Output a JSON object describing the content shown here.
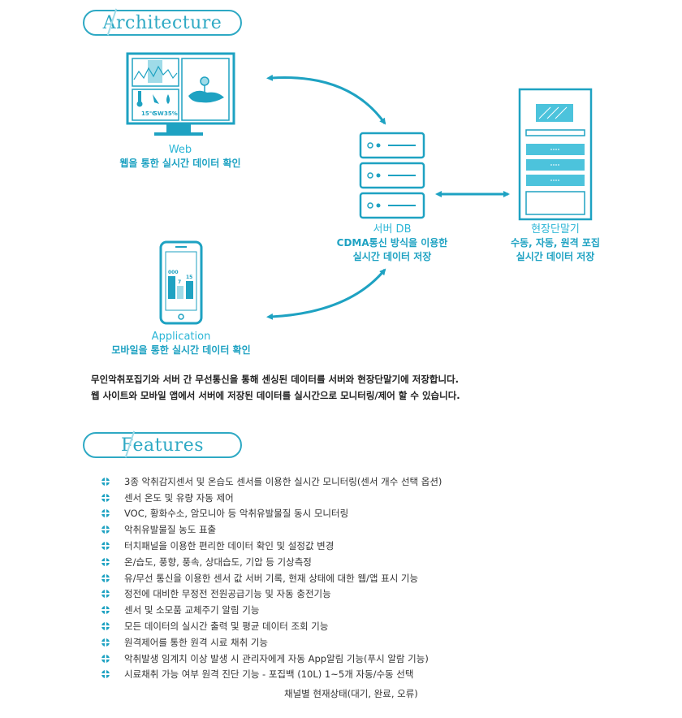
{
  "sections": {
    "architecture_title": "Architecture",
    "features_title": "Features"
  },
  "nodes": {
    "web": {
      "en": "Web",
      "ko": "웹을 통한 실시간 데이터 확인",
      "widget": {
        "temp": "15℃",
        "wind": "SW",
        "humidity": "35%"
      }
    },
    "server": {
      "en": "서버 DB",
      "line2": "CDMA통신 방식을 이용한",
      "line3": "실시간 데이터 저장"
    },
    "field": {
      "en": "현장단말기",
      "line2": "수동, 자동, 원격 포집",
      "line3": "실시간 데이터 저장"
    },
    "app": {
      "en": "Application",
      "ko": "모바일을 통한 실시간 데이터 확인",
      "bars": {
        "b1": "000",
        "b2": "7",
        "b3": "15"
      }
    }
  },
  "description": [
    "무인악취포집기와 서버 간 무선통신을 통해 센싱된 데이터를 서버와 현장단말기에 저장합니다.",
    "웹 사이트와 모바일 앱에서 서버에 저장된 데이터를 실시간으로 모니터링/제어 할 수 있습니다."
  ],
  "features": [
    "3종 악취감지센서 및 온습도 센서를 이용한 실시간 모니터링(센서 개수 선택 옵션)",
    "센서 온도 및 유량 자동 제어",
    "VOC, 황화수소, 암모니아 등 악취유발물질 동시 모니터링",
    "악취유발물질 농도 표출",
    "터치패널을 이용한 편리한 데이터 확인 및 설정값 변경",
    "온/습도, 풍향, 풍속, 상대습도, 기압 등 기상측정",
    "유/무선 통신을 이용한 센서 값 서버 기록, 현재 상태에 대한 웹/앱 표시 기능",
    "정전에 대비한 무정전 전원공급기능 및 자동 충전기능",
    "센서 및 소모품 교체주기 알림 기능",
    "모든 데이터의 실시간 출력 및 평균 데이터 조회 기능",
    "원격제어를 통한 원격 시료 채취 기능",
    "악취발생 임계치 이상 발생 시 관리자에게 자동 App알림 기능(푸시 알람 기능)",
    "시료채취 가능 여부 원격 진단 기능 - 포집백 (10L) 1~5개 자동/수동 선택"
  ],
  "features_continuation": "채널별 현재상태(대기, 완료, 오류)",
  "colors": {
    "accent": "#1ea2c2",
    "light": "#9fdbe8",
    "fill": "#4cc3dc"
  }
}
